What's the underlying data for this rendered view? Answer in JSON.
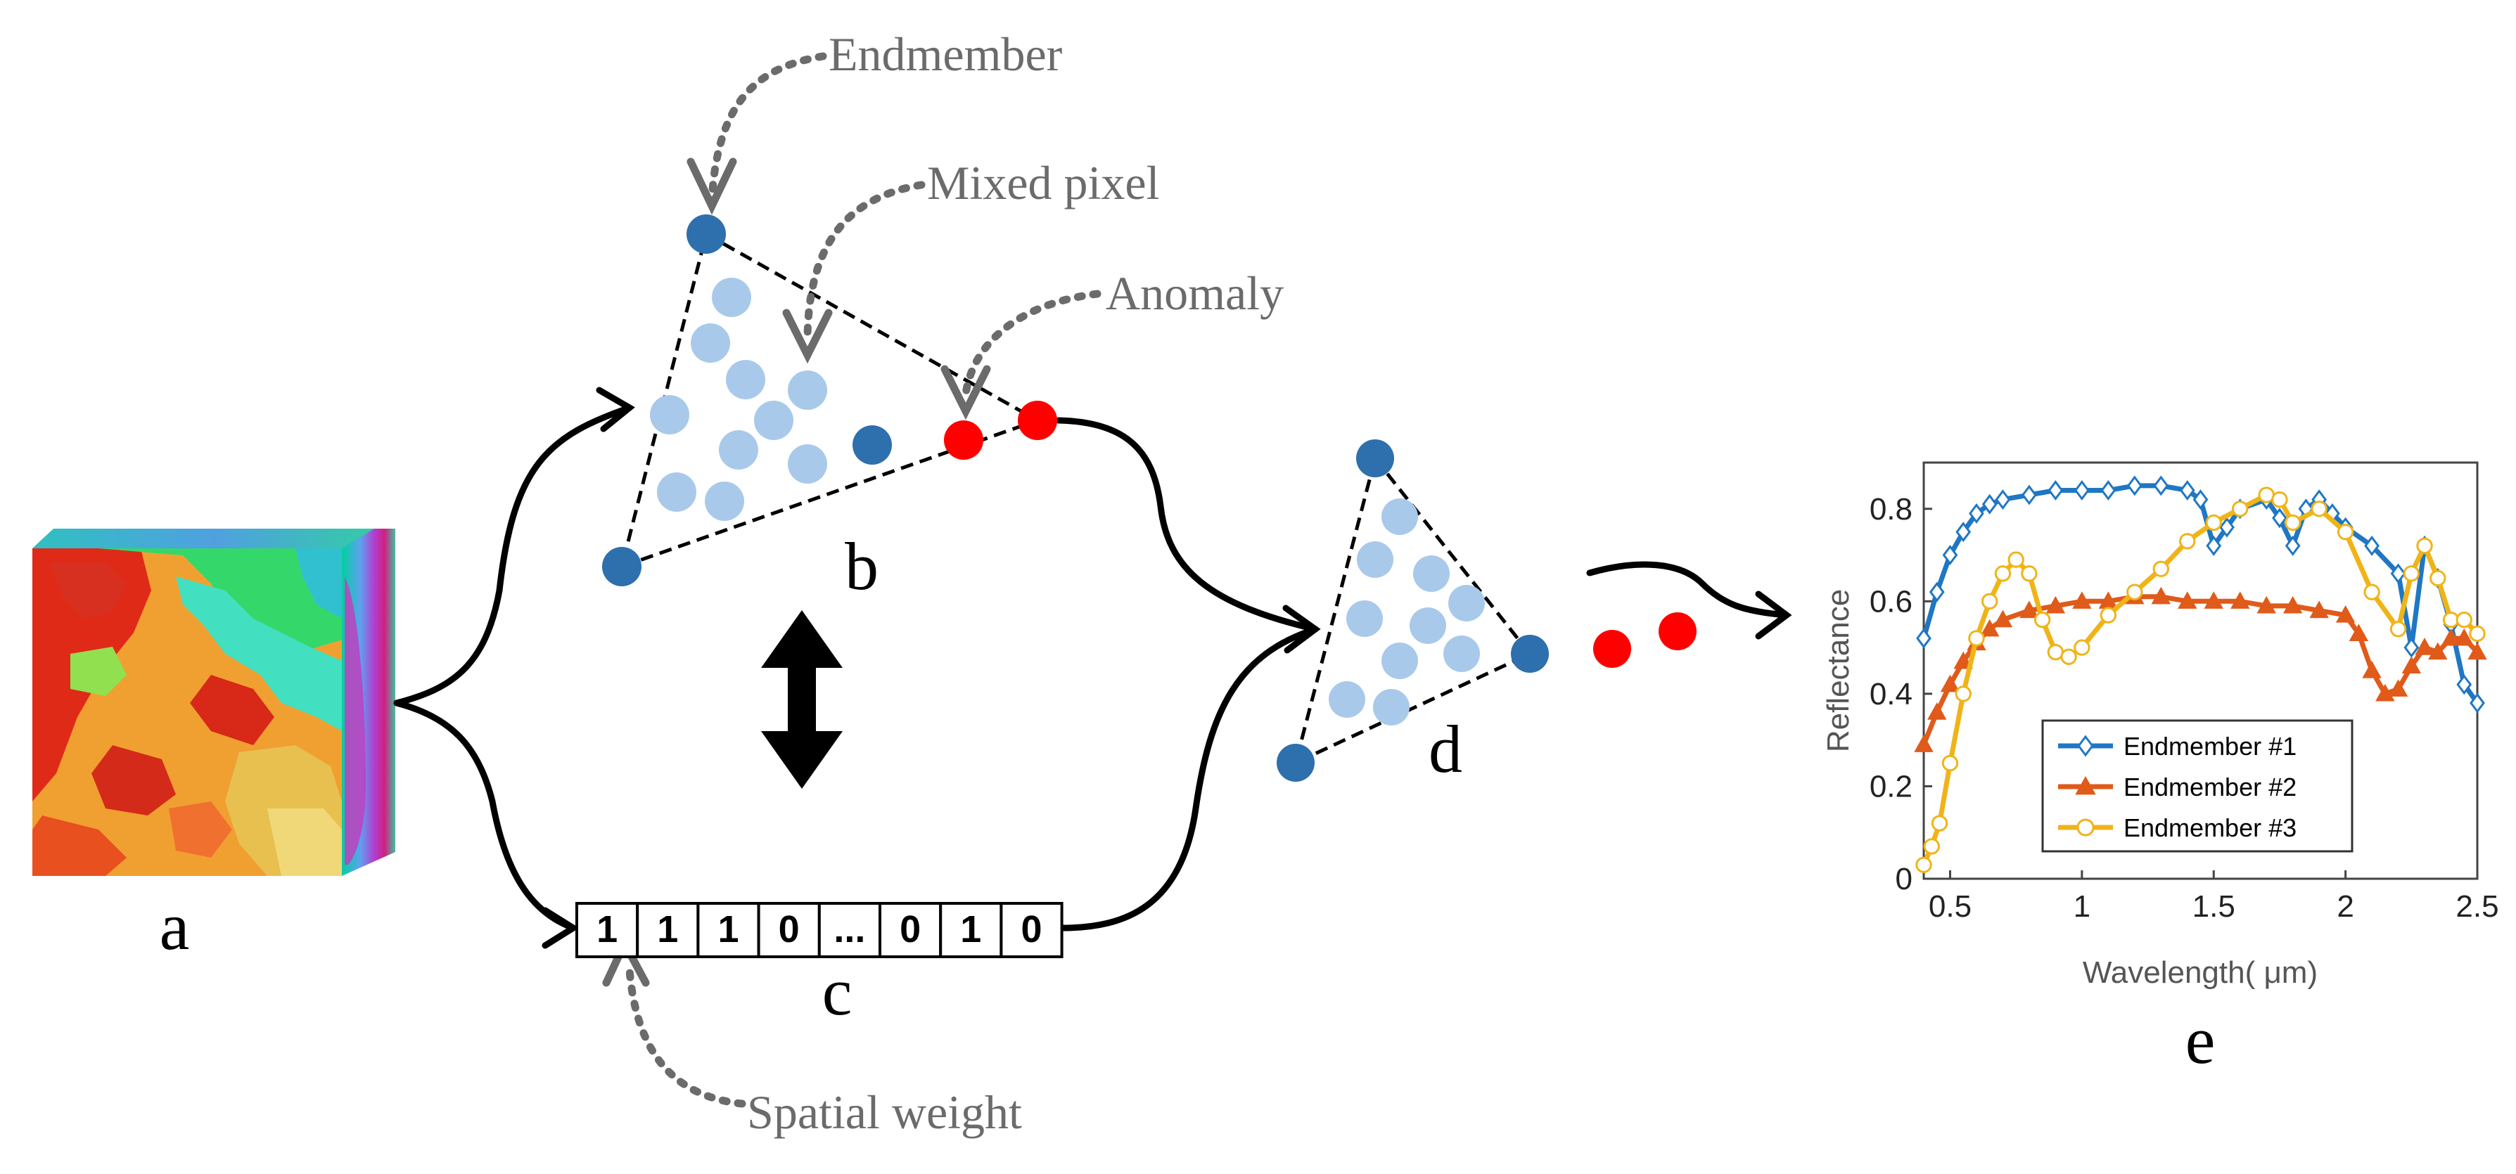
{
  "annotations": {
    "endmember": "Endmember",
    "mixed_pixel": "Mixed pixel",
    "anomaly": "Anomaly",
    "spatial_weight": "Spatial weight"
  },
  "panels": {
    "a": "a",
    "b": "b",
    "c": "c",
    "d": "d",
    "e": "e"
  },
  "weight_vector": [
    "1",
    "1",
    "1",
    "0",
    "...",
    "0",
    "1",
    "0"
  ],
  "colors": {
    "endmember_point": "#2e6fad",
    "mixed_point": "#a9c9ea",
    "anomaly_point": "#ff0000",
    "annotation_arrow": "#6b6b6b",
    "series_1": "#1f77c4",
    "series_2": "#e05a1a",
    "series_3": "#f0b418"
  },
  "chart_data": {
    "type": "line",
    "title": "",
    "xlabel": "Wavelength(  μm)",
    "ylabel": "Reflectance",
    "xlim": [
      0.4,
      2.5
    ],
    "ylim": [
      0,
      0.9
    ],
    "xticks": [
      "0.5",
      "1",
      "1.5",
      "2",
      "2.5"
    ],
    "yticks": [
      "0",
      "0.2",
      "0.4",
      "0.6",
      "0.8"
    ],
    "legend_position": "bottom-center",
    "series": [
      {
        "name": "Endmember #1",
        "marker": "diamond",
        "x": [
          0.4,
          0.45,
          0.5,
          0.55,
          0.6,
          0.65,
          0.7,
          0.8,
          0.9,
          1.0,
          1.1,
          1.2,
          1.3,
          1.4,
          1.45,
          1.5,
          1.55,
          1.6,
          1.7,
          1.75,
          1.8,
          1.85,
          1.9,
          1.95,
          2.0,
          2.1,
          2.2,
          2.25,
          2.3,
          2.35,
          2.4,
          2.45,
          2.5
        ],
        "y": [
          0.52,
          0.62,
          0.7,
          0.75,
          0.79,
          0.81,
          0.82,
          0.83,
          0.84,
          0.84,
          0.84,
          0.85,
          0.85,
          0.84,
          0.82,
          0.72,
          0.76,
          0.8,
          0.82,
          0.78,
          0.72,
          0.8,
          0.82,
          0.79,
          0.76,
          0.72,
          0.66,
          0.5,
          0.72,
          0.65,
          0.55,
          0.42,
          0.38
        ]
      },
      {
        "name": "Endmember #2",
        "marker": "triangle",
        "x": [
          0.4,
          0.45,
          0.5,
          0.55,
          0.6,
          0.65,
          0.7,
          0.8,
          0.9,
          1.0,
          1.1,
          1.2,
          1.3,
          1.4,
          1.5,
          1.6,
          1.7,
          1.8,
          1.9,
          2.0,
          2.05,
          2.1,
          2.15,
          2.2,
          2.25,
          2.3,
          2.35,
          2.4,
          2.45,
          2.5
        ],
        "y": [
          0.29,
          0.36,
          0.42,
          0.47,
          0.51,
          0.54,
          0.56,
          0.58,
          0.59,
          0.6,
          0.6,
          0.61,
          0.61,
          0.6,
          0.6,
          0.6,
          0.59,
          0.59,
          0.58,
          0.57,
          0.53,
          0.45,
          0.4,
          0.41,
          0.46,
          0.5,
          0.49,
          0.52,
          0.52,
          0.49
        ]
      },
      {
        "name": "Endmember #3",
        "marker": "circle",
        "x": [
          0.4,
          0.43,
          0.46,
          0.5,
          0.55,
          0.6,
          0.65,
          0.7,
          0.75,
          0.8,
          0.85,
          0.9,
          0.95,
          1.0,
          1.1,
          1.2,
          1.3,
          1.4,
          1.5,
          1.6,
          1.7,
          1.75,
          1.8,
          1.9,
          2.0,
          2.1,
          2.2,
          2.25,
          2.3,
          2.35,
          2.4,
          2.45,
          2.5
        ],
        "y": [
          0.03,
          0.07,
          0.12,
          0.25,
          0.4,
          0.52,
          0.6,
          0.66,
          0.69,
          0.66,
          0.56,
          0.49,
          0.48,
          0.5,
          0.57,
          0.62,
          0.67,
          0.73,
          0.77,
          0.8,
          0.83,
          0.82,
          0.77,
          0.8,
          0.75,
          0.62,
          0.54,
          0.66,
          0.72,
          0.65,
          0.56,
          0.56,
          0.53
        ]
      }
    ]
  }
}
